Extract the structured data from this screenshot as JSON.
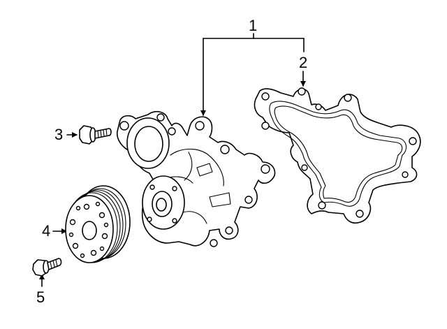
{
  "diagram": {
    "callouts": [
      {
        "id": "1",
        "label": "1"
      },
      {
        "id": "2",
        "label": "2"
      },
      {
        "id": "3",
        "label": "3"
      },
      {
        "id": "4",
        "label": "4"
      },
      {
        "id": "5",
        "label": "5"
      }
    ],
    "parts": [
      "water-pump-assembly",
      "gasket",
      "bolt-upper",
      "pulley",
      "bolt-lower"
    ]
  }
}
